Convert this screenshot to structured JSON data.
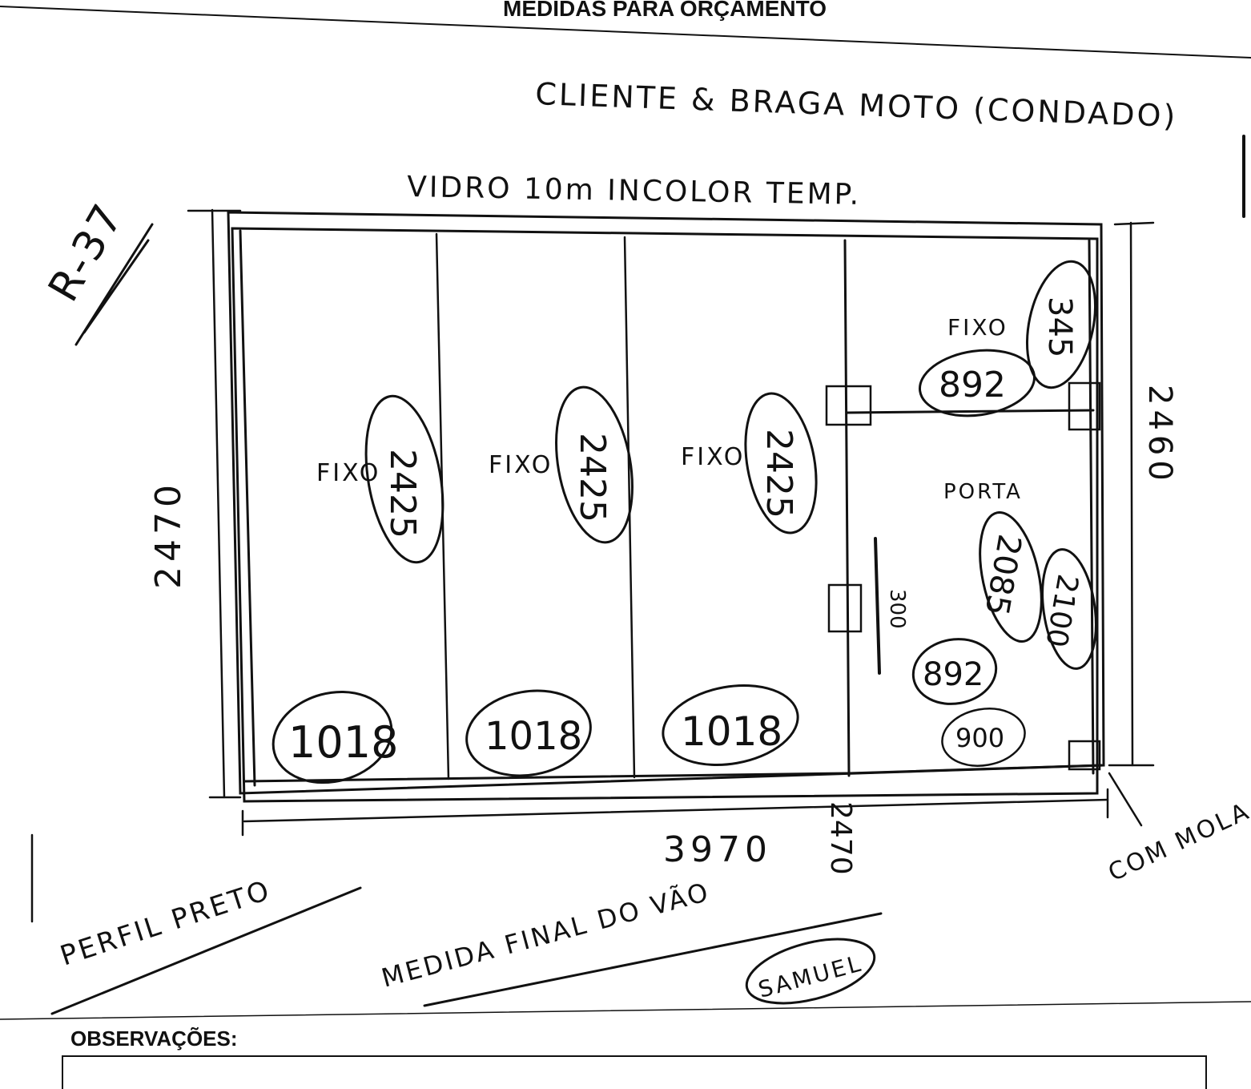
{
  "header": {
    "form_title": "MEDIDAS PARA ORÇAMENTO",
    "client_line": "CLIENTE & BRAGA MOTO (CONDADO)",
    "glass_spec": "VIDRO 10m INCOLOR TEMP.",
    "reference": "R-37"
  },
  "drawing": {
    "width_total": "3970",
    "height_left": "2470",
    "height_right": "2460",
    "height_bottom": "2470",
    "fixed_panels": [
      {
        "label": "FIXO",
        "height": "2425",
        "width": "1018"
      },
      {
        "label": "FIXO",
        "height": "2425",
        "width": "1018"
      },
      {
        "label": "FIXO",
        "height": "2425",
        "width": "1018"
      }
    ],
    "top_fixed": {
      "label": "FIXO",
      "width": "892",
      "height": "345"
    },
    "door": {
      "label": "PORTA",
      "height_glass": "2085",
      "height_opening": "2100",
      "handle": "300",
      "width_glass": "892",
      "width_opening": "900"
    },
    "spring_note": "COM MOLA"
  },
  "notes": {
    "profile": "PERFIL PRETO",
    "final_measure": "MEDIDA FINAL DO VÃO",
    "signature": "SAMUEL"
  },
  "footer": {
    "observations_label": "OBSERVAÇÕES:"
  }
}
